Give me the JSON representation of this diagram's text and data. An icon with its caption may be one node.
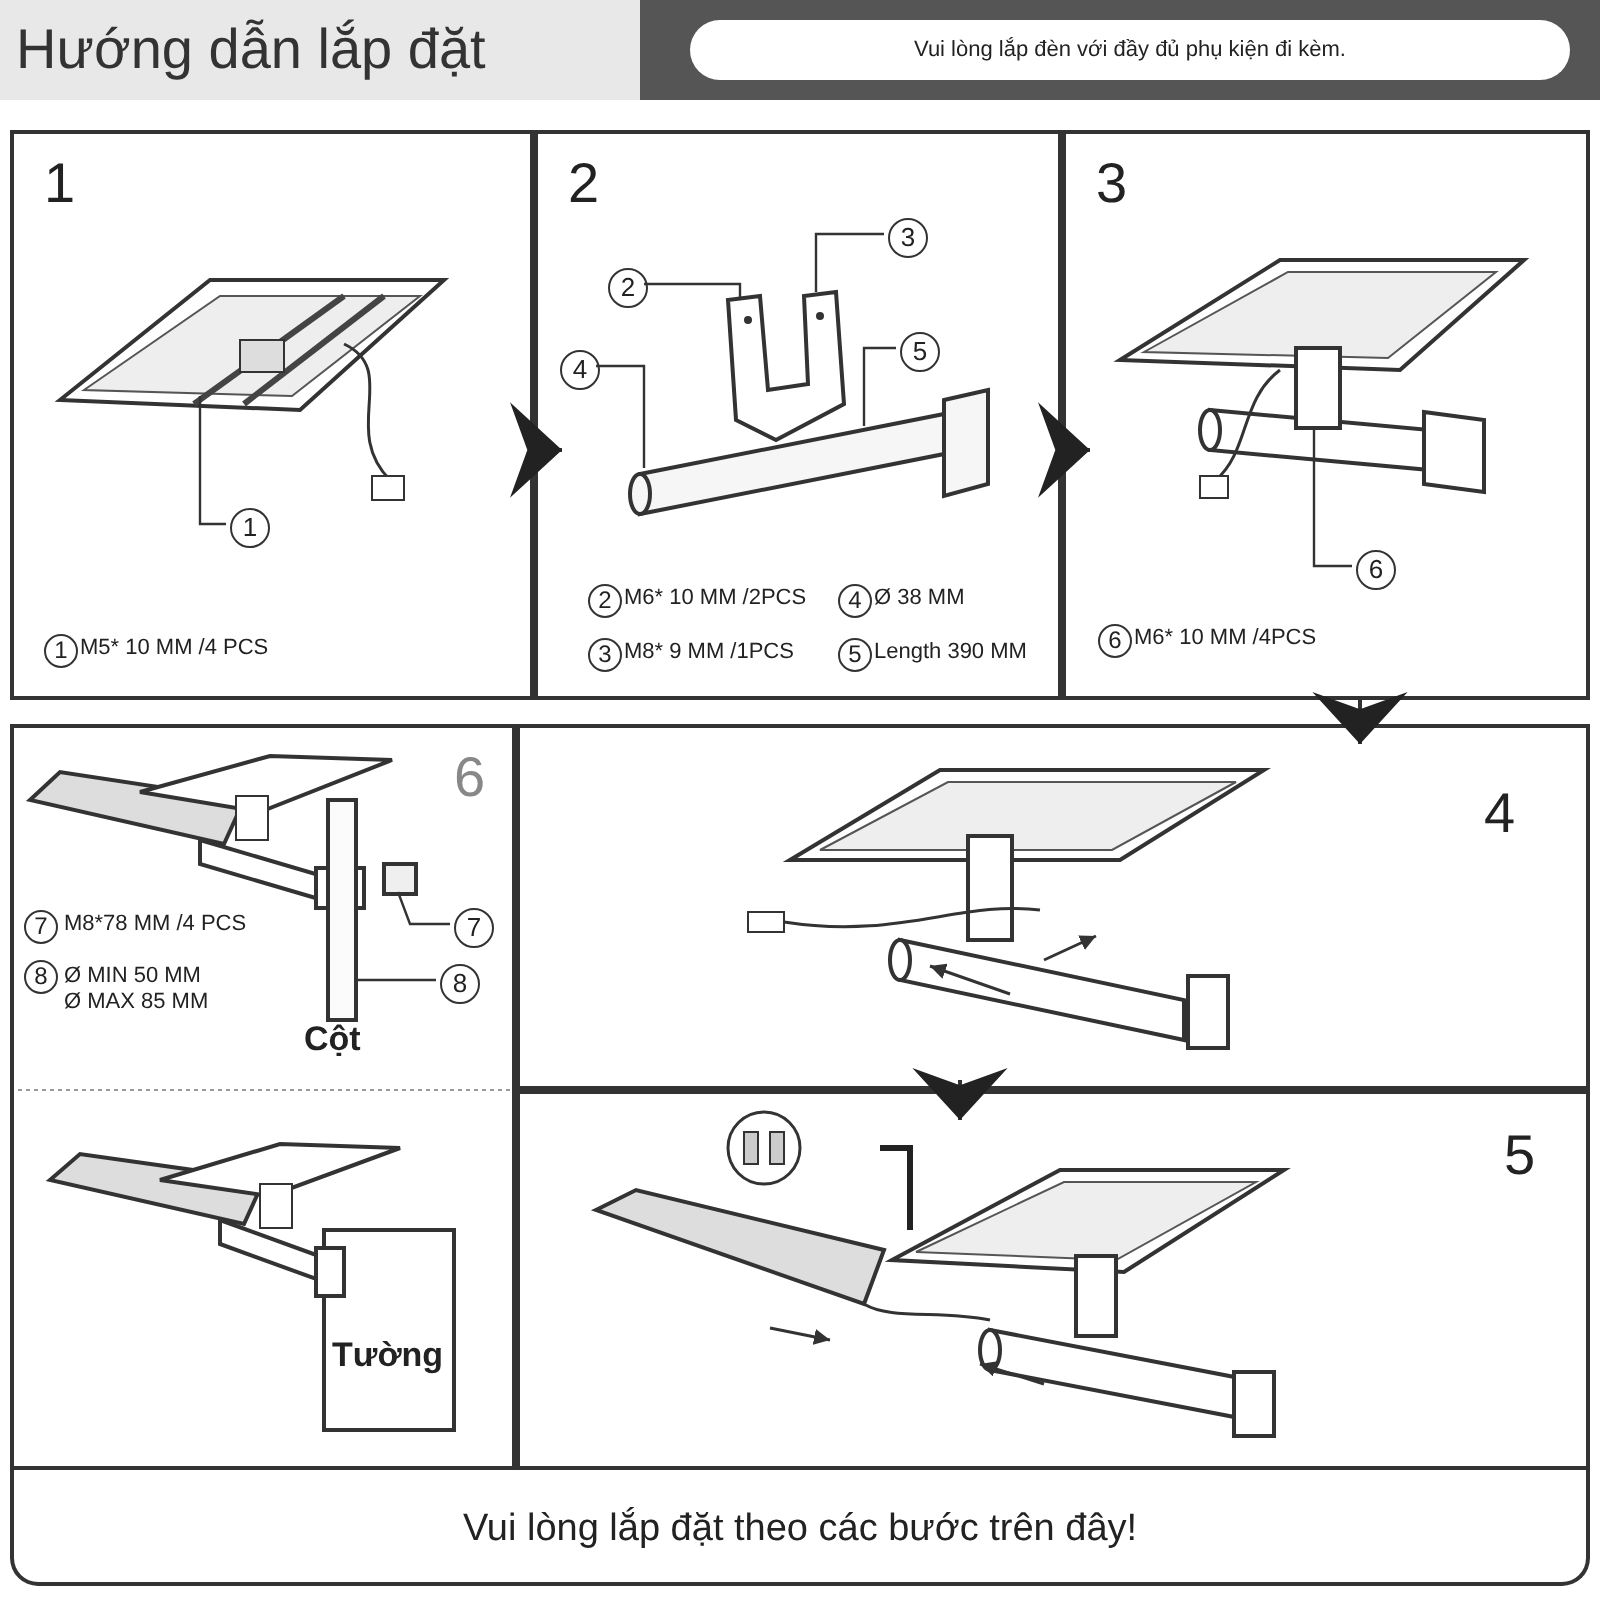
{
  "diagram": {
    "title": "Hướng dẫn lắp đặt",
    "caption": "Vui lòng lắp đặt theo các bước trên đây!",
    "nodes": [
      {
        "text": [
          "1"
        ]
      },
      {
        "text": [
          "1"
        ],
        "in": 0
      },
      {
        "text": [
          "2"
        ]
      },
      {
        "text": [
          "2"
        ],
        "in": 2
      },
      {
        "text": [
          "3"
        ],
        "in": 2
      },
      {
        "text": [
          "4"
        ],
        "in": 2
      },
      {
        "text": [
          "5"
        ],
        "in": 2
      },
      {
        "text": [
          "3"
        ]
      },
      {
        "text": [
          "6"
        ],
        "in": 7
      },
      {
        "text": [
          "6"
        ]
      },
      {
        "text": [
          "7"
        ],
        "in": 9
      },
      {
        "text": [
          "8"
        ],
        "in": 9
      },
      {
        "text": [
          "4"
        ]
      },
      {
        "text": [
          "5"
        ]
      },
      {
        "text": [],
        "shape": "bracket",
        "in": 0
      },
      {
        "text": [],
        "shape": "bracket",
        "in": 2
      },
      {
        "text": [],
        "shape": "pipe",
        "in": 2
      },
      {
        "text": [],
        "shape": "bracket",
        "in": 7
      },
      {
        "text": [],
        "shape": "clamp",
        "in": 9
      },
      {
        "text": [],
        "shape": "pole",
        "in": 9
      }
    ],
    "edges": [
      {
        "from": 0,
        "to": 2,
        "arrow": "to"
      },
      {
        "from": 2,
        "to": 7,
        "arrow": "to"
      },
      {
        "from": 7,
        "to": 12,
        "arrow": "to"
      },
      {
        "from": 12,
        "to": 13,
        "arrow": "to"
      },
      {
        "from": 1,
        "to": 14,
        "arrow": "none"
      },
      {
        "from": 3,
        "to": 15,
        "arrow": "none"
      },
      {
        "from": 4,
        "to": 15,
        "arrow": "none"
      },
      {
        "from": 5,
        "to": 16,
        "arrow": "none"
      },
      {
        "from": 6,
        "to": 16,
        "arrow": "none"
      },
      {
        "from": 8,
        "to": 17,
        "arrow": "none"
      },
      {
        "from": 10,
        "to": 18,
        "arrow": "none"
      },
      {
        "from": 11,
        "to": 19,
        "arrow": "none"
      }
    ],
    "labels": [
      "Vui lòng lắp đèn với đầy đủ phụ kiện đi kèm.",
      "1",
      "M5* 10 MM /4 PCS",
      "2",
      "M6* 10 MM /2PCS",
      "4",
      "Ø 38 MM",
      "3",
      "M8* 9 MM /1PCS",
      "5",
      "Length 390 MM",
      "6",
      "M6* 10 MM /4PCS",
      "7",
      "M8*78 MM /4 PCS",
      "8",
      "Ø MIN 50 MM Ø MAX 85 MM",
      "Cột",
      "Tường"
    ]
  }
}
